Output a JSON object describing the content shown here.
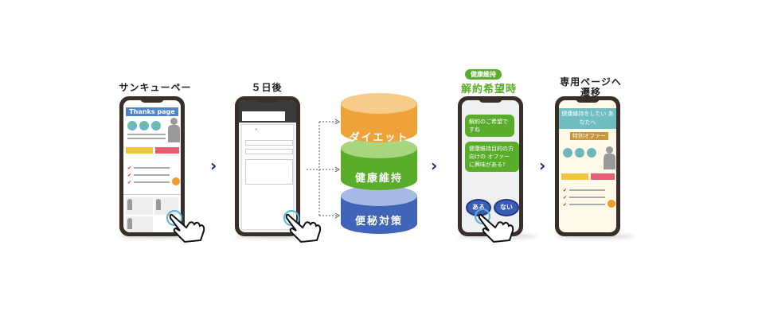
{
  "steps": {
    "thanks": {
      "title": "サンキューページ",
      "banner": "Thanks page"
    },
    "five_days": {
      "title": "５日後"
    },
    "cancel": {
      "tag": "健康維持",
      "title": "解約希望時",
      "bubble1": "解約のご希望ですね",
      "bubble2": "健康維持目的の方向けの オファーに興味がある?",
      "yes": "ある",
      "no": "ない"
    },
    "transition": {
      "title_line1": "専用ページへ",
      "title_line2": "遷移",
      "header": "健康維持をしたい あなたへ",
      "offer": "特別オファー"
    }
  },
  "segments": [
    "ダイエット",
    "健康維持",
    "便秘対策"
  ],
  "colors": {
    "orange": "#f0a23a",
    "green": "#5aad2b",
    "blue": "#3f64b8",
    "navy": "#1b2a7a"
  }
}
